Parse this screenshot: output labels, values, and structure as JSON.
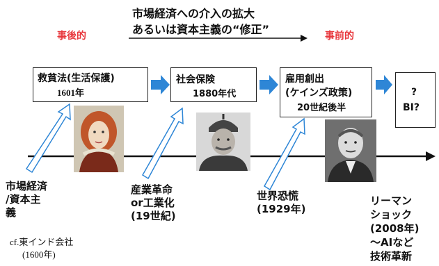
{
  "header": {
    "line1": "市場経済への介入の拡大",
    "line2": "あるいは資本主義の“修正”",
    "left_label": "事後的",
    "right_label": "事前的"
  },
  "boxes": [
    {
      "title": "救貧法(生活保護)",
      "sub": "1601年"
    },
    {
      "title": "社会保険",
      "sub": "1880年代"
    },
    {
      "title": "雇用創出",
      "title2": "(ケインズ政策)",
      "sub": "20世紀後半"
    },
    {
      "title": "?",
      "sub": "BI?"
    }
  ],
  "timeline": {
    "market": [
      "市場経済",
      "/資本主",
      "義"
    ],
    "industrial": [
      "産業革命",
      "or工業化",
      "(19世紀)"
    ],
    "depression": [
      "世界恐慌",
      "(1929年)"
    ],
    "lehman": [
      "リーマン",
      "ショック",
      "(2008年)",
      "〜AIなど",
      "技術革新"
    ],
    "note": [
      "cf.東インド会社",
      "(1600年)"
    ]
  },
  "colors": {
    "accent_red": "#e8383d",
    "arrow_blue": "#2e86d6",
    "line": "#111111"
  },
  "icons": [
    "portrait-queen",
    "portrait-chancellor",
    "portrait-economist"
  ]
}
